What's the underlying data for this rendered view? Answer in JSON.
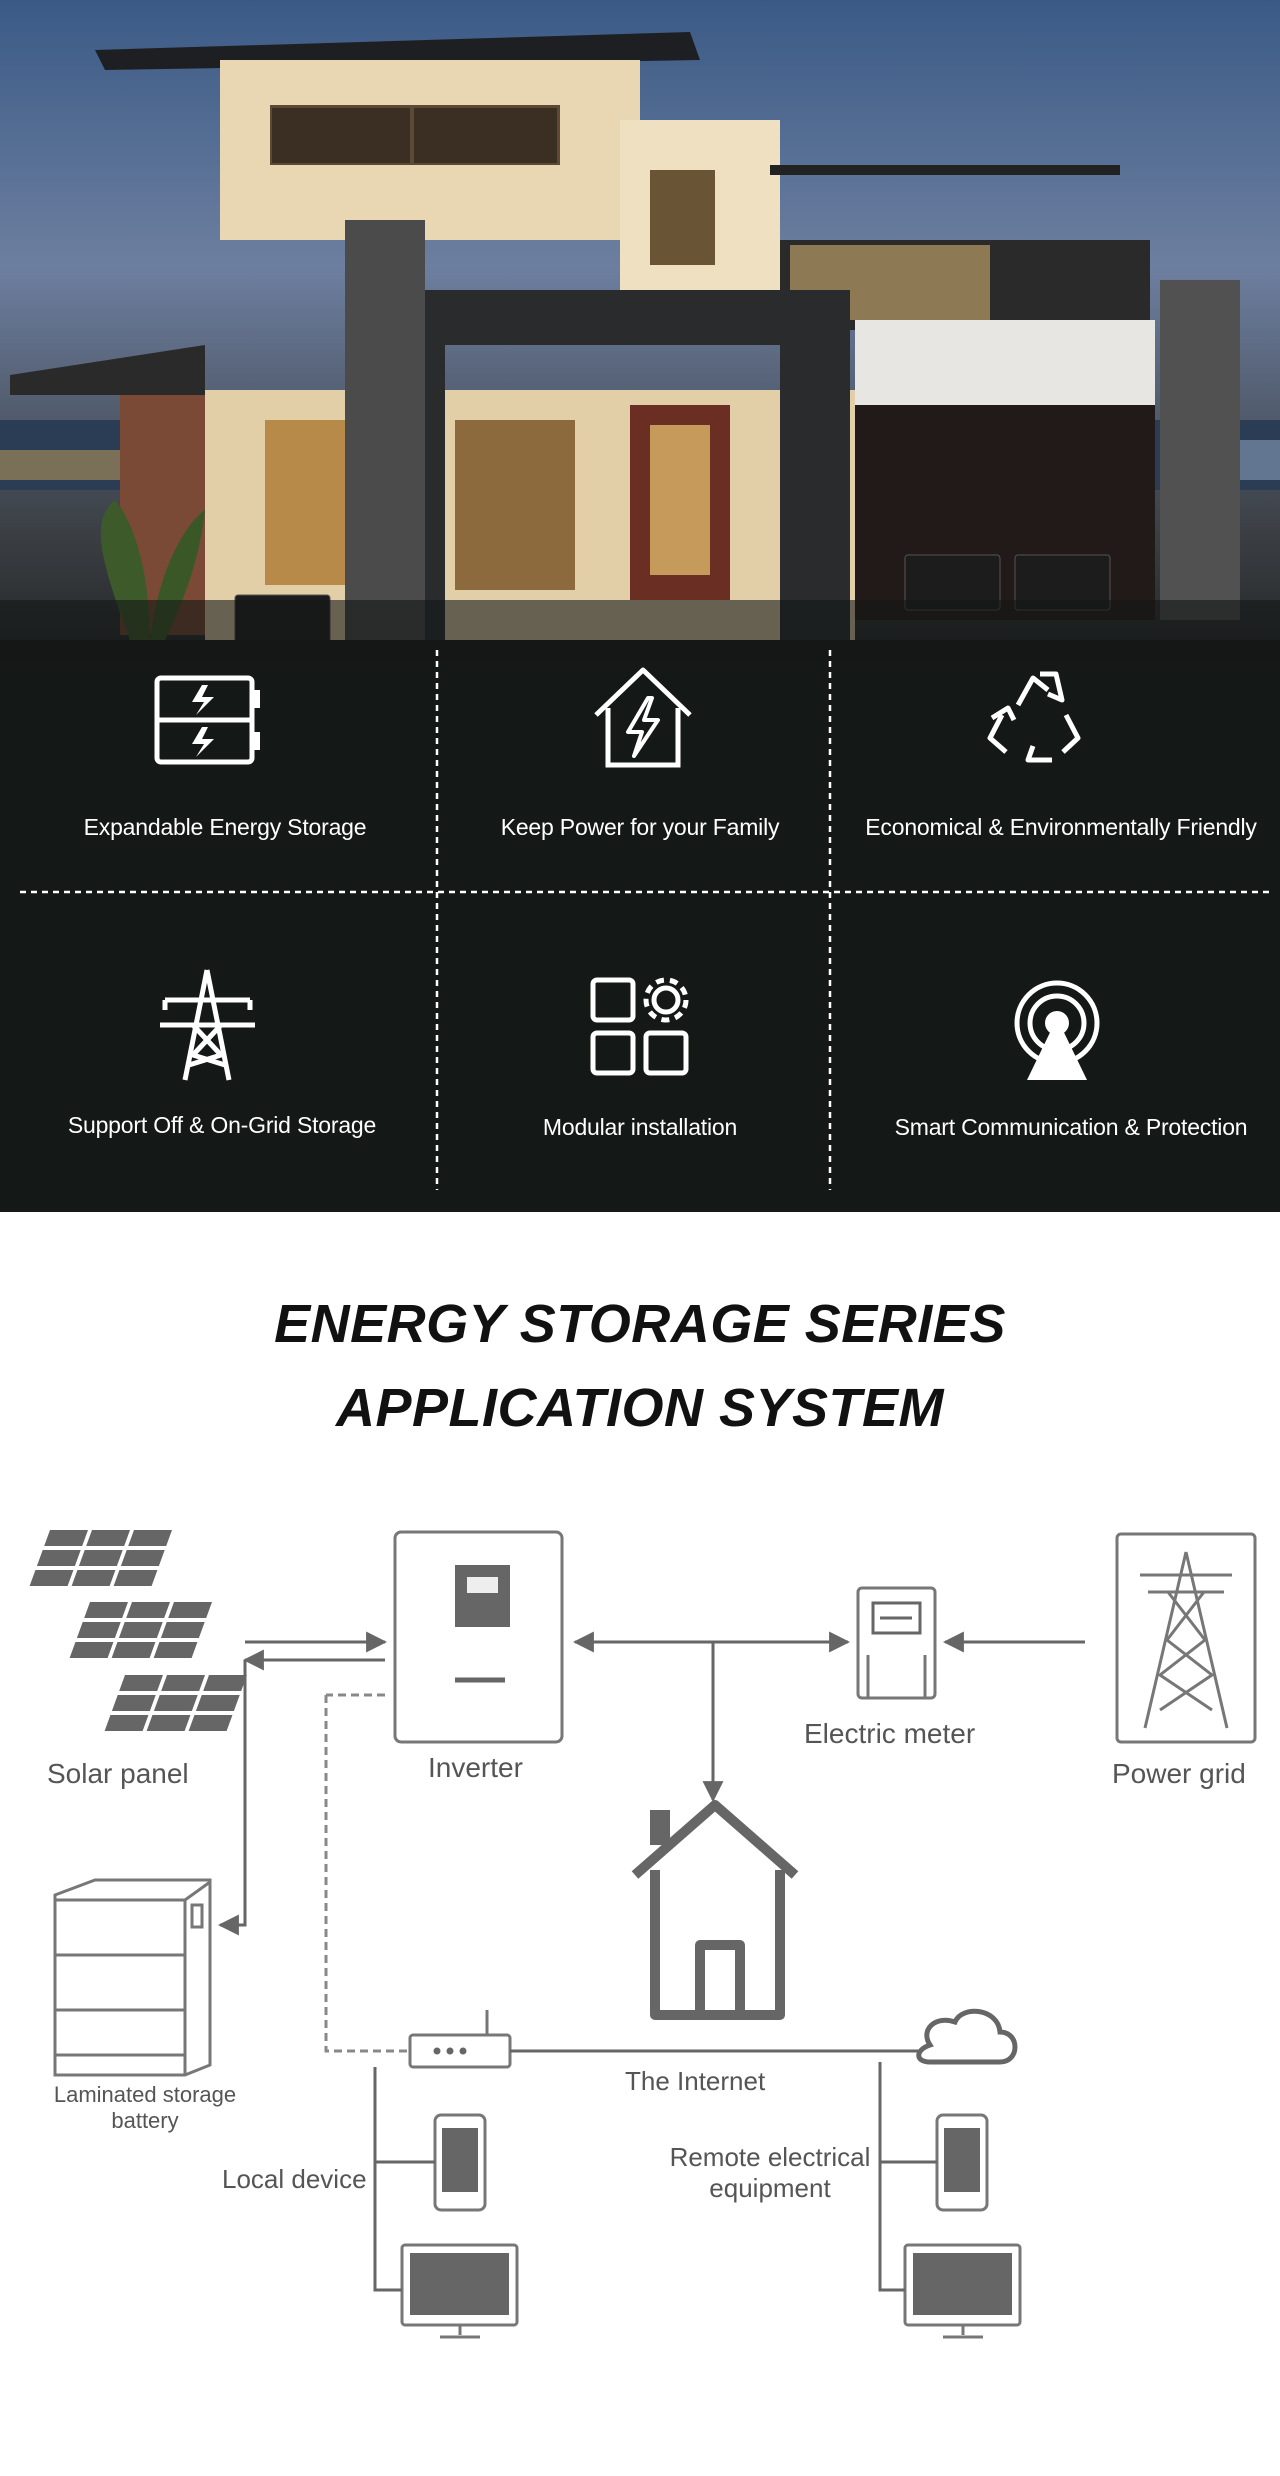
{
  "features": [
    {
      "label": "Expandable Energy Storage",
      "icon": "battery-icon"
    },
    {
      "label": "Keep Power for your Family",
      "icon": "house-power-icon"
    },
    {
      "label": "Economical & Environmentally Friendly",
      "icon": "recycle-icon"
    },
    {
      "label": "Support Off & On-Grid Storage",
      "icon": "power-tower-icon"
    },
    {
      "label": "Modular installation",
      "icon": "modules-gear-icon"
    },
    {
      "label": "Smart Communication & Protection",
      "icon": "signal-icon"
    }
  ],
  "section_title": {
    "line1": "ENERGY STORAGE SERIES",
    "line2": "APPLICATION SYSTEM"
  },
  "diagram": {
    "solar_panel": "Solar panel",
    "inverter": "Inverter",
    "electric_meter": "Electric meter",
    "power_grid": "Power grid",
    "storage_battery": "Laminated storage battery",
    "internet": "The Internet",
    "local_device": "Local device",
    "remote_equipment": "Remote electrical equipment"
  },
  "colors": {
    "dark_bg": "#141816",
    "diagram_gray": "#666666",
    "title": "#111111"
  }
}
